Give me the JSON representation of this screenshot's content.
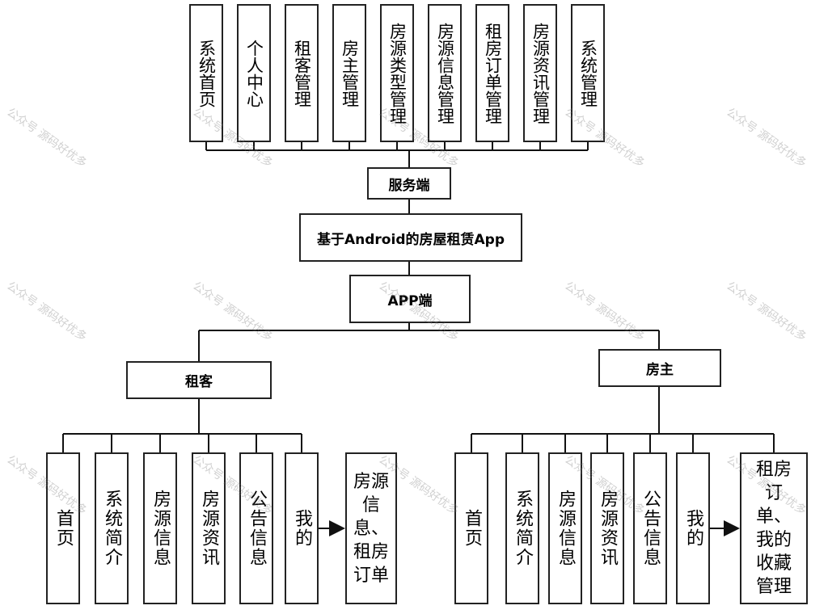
{
  "server": {
    "label": "服务端",
    "modules": [
      "系统首页",
      "个人中心",
      "租客管理",
      "房主管理",
      "房源类型管理",
      "房源信息管理",
      "租房订单管理",
      "房源资讯管理",
      "系统管理"
    ]
  },
  "root": {
    "label": "基于Android的房屋租赁App"
  },
  "app": {
    "label": "APP端"
  },
  "tenant": {
    "label": "租客",
    "modules": [
      "首页",
      "系统简介",
      "房源信息",
      "房源资讯",
      "公告信息",
      "我的"
    ],
    "extra": "房源信息、租房订单"
  },
  "landlord": {
    "label": "房主",
    "modules": [
      "首页",
      "系统简介",
      "房源信息",
      "房源资讯",
      "公告信息",
      "我的"
    ],
    "extra": "租房订单、我的收藏管理"
  },
  "watermark": "公众号 源码好优多"
}
